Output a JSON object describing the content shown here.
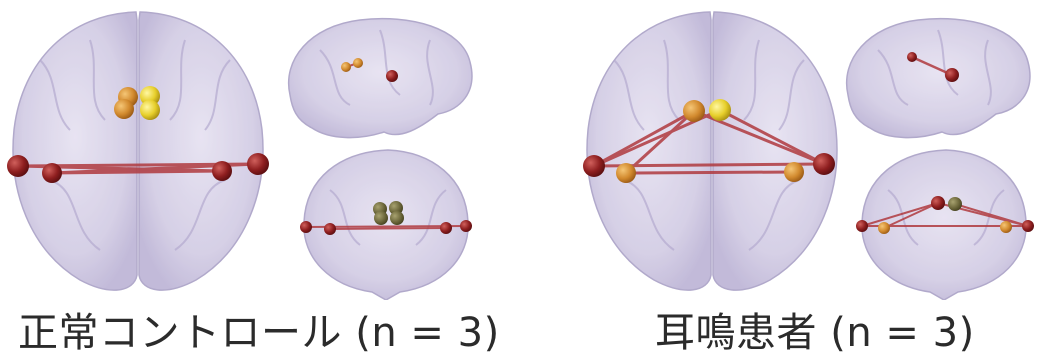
{
  "panels": [
    {
      "id": "control",
      "caption": "正常コントロール (n = 3)"
    },
    {
      "id": "tinnitus",
      "caption": "耳鳴患者 (n = 3)"
    }
  ],
  "colors": {
    "brain_fill": "#cfc8e2",
    "brain_edge": "#a49bc2",
    "node_dark_red": "#8e1e1f",
    "node_orange": "#d28a2e",
    "node_yellow": "#e7cf2b",
    "node_olive": "#6f6a3d",
    "edge_red": "#b03a3f"
  }
}
